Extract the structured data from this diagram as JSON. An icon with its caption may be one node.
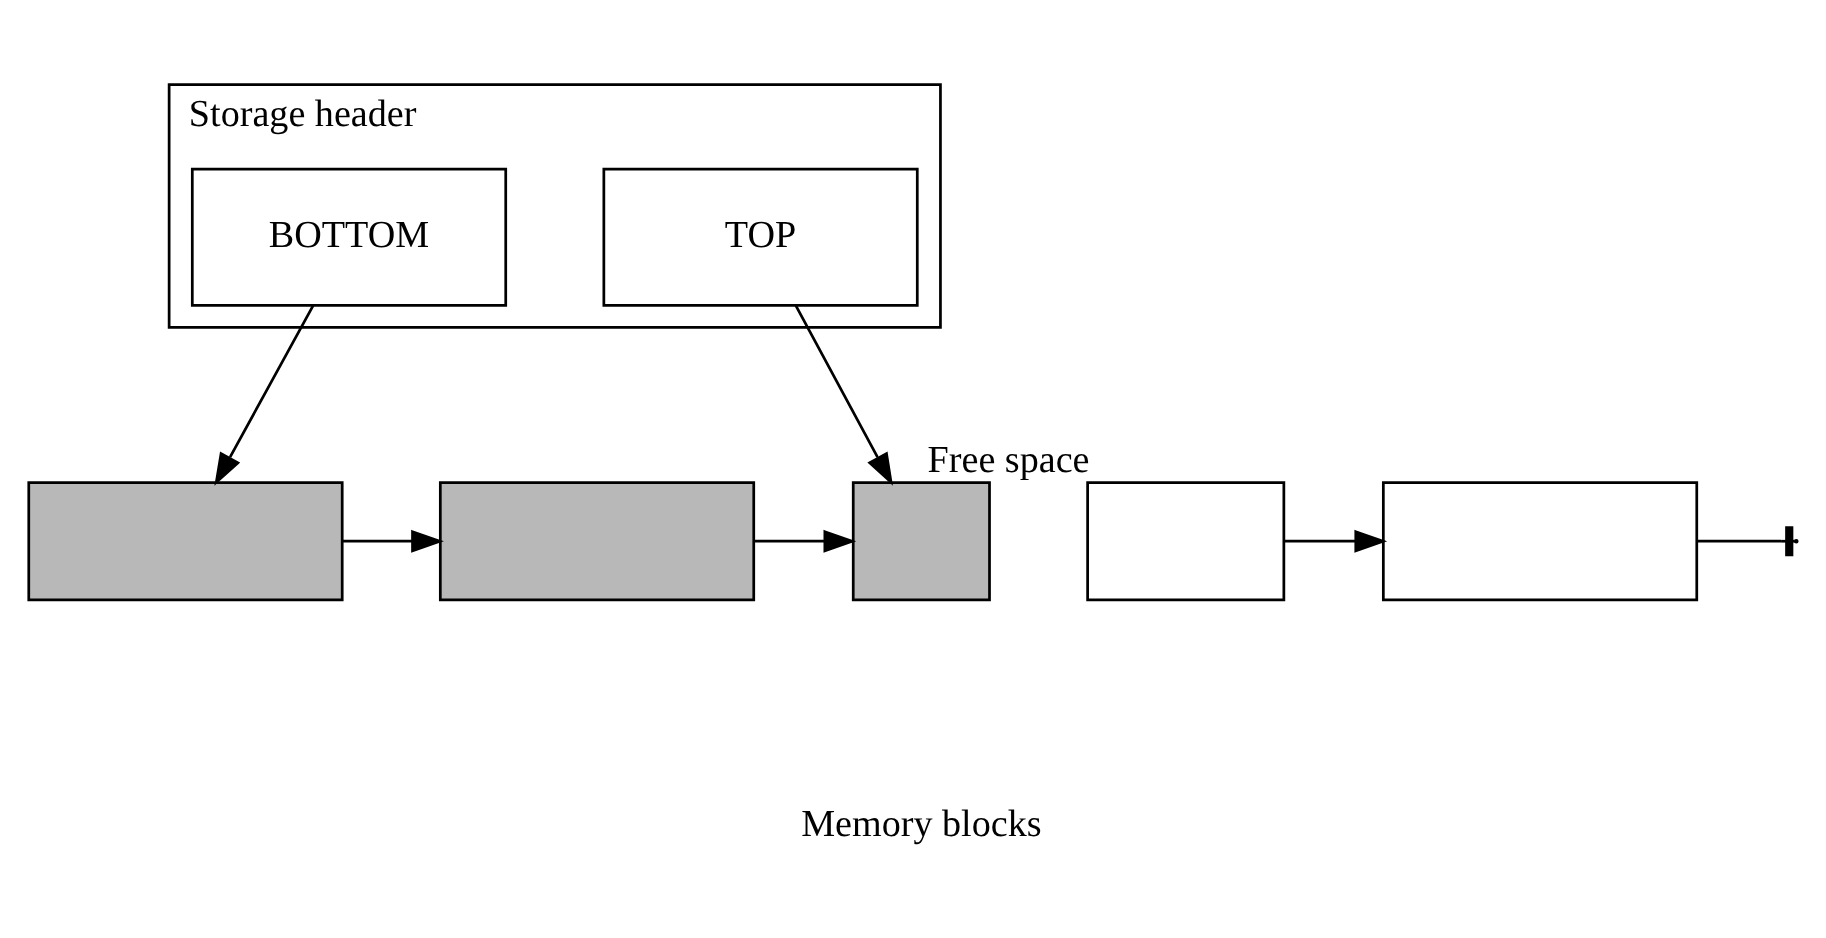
{
  "diagram": {
    "nodes": [
      {
        "text": [
          "Storage header"
        ]
      },
      {
        "text": [
          "BOTTOM"
        ],
        "in": 0
      },
      {
        "text": [
          "TOP"
        ],
        "in": 0
      },
      {
        "text": [],
        "shape": "box"
      },
      {
        "text": [],
        "shape": "box"
      },
      {
        "text": [],
        "shape": "box"
      },
      {
        "text": [],
        "shape": "box",
        "beside": [
          "Free space"
        ]
      },
      {
        "text": [],
        "shape": "box"
      }
    ],
    "edges": [
      {
        "from": 1,
        "to": 3,
        "arrow": "to"
      },
      {
        "from": 2,
        "to": 5,
        "arrow": "to"
      },
      {
        "from": 3,
        "to": 4,
        "arrow": "to"
      },
      {
        "from": 4,
        "to": 5,
        "arrow": "to"
      },
      {
        "from": 6,
        "to": 7,
        "arrow": "to"
      },
      {
        "from": 7,
        "to": null,
        "arrow": "other"
      }
    ],
    "labels": [
      "Memory blocks"
    ]
  }
}
